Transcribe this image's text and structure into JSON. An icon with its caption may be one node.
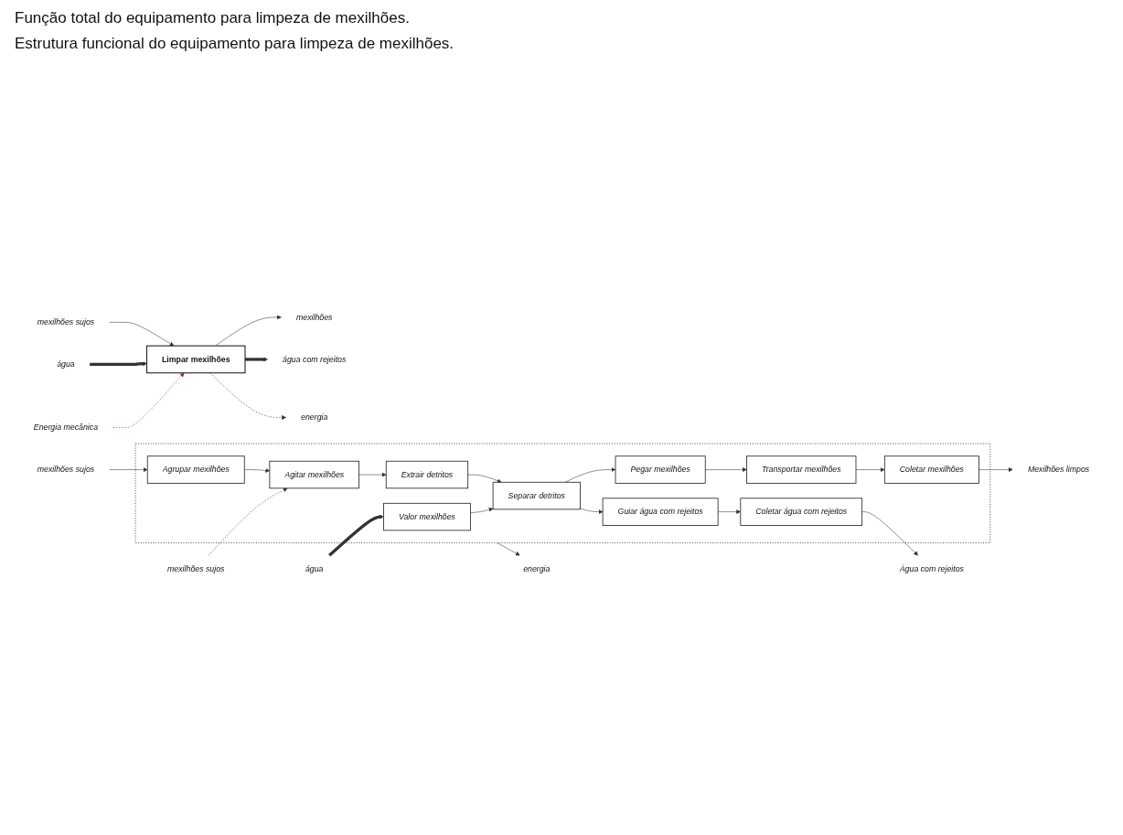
{
  "diagram": {
    "title": "Função total do equipamento para limpeza de mexilhões.",
    "nodes": [
      {
        "text": [
          "mexilhões sujos"
        ]
      },
      {
        "text": [
          "água"
        ]
      },
      {
        "text": [
          "Energia mecânica"
        ]
      },
      {
        "text": [
          "Limpar mexilhões"
        ]
      },
      {
        "text": [
          "mexilhões"
        ]
      },
      {
        "text": [
          "água com rejeitos"
        ]
      },
      {
        "text": [
          "energia"
        ]
      },
      {
        "text": [],
        "shape": "box"
      },
      {
        "text": [
          "água"
        ]
      },
      {
        "text": [
          "Valor mexilhões"
        ],
        "in": 7
      },
      {
        "text": [
          "mexilhões sujos"
        ]
      },
      {
        "text": [
          "Agrupar mexilhões"
        ],
        "in": 7
      },
      {
        "text": [
          "Agitar mexilhões"
        ],
        "in": 7
      },
      {
        "text": [
          "Extrair detritos"
        ],
        "in": 7
      },
      {
        "text": [
          "Separar detritos"
        ],
        "in": 7
      },
      {
        "text": [
          "Pegar mexilhões"
        ],
        "in": 7
      },
      {
        "text": [
          "mexilhões sujos"
        ]
      },
      {
        "text": [
          "Guiar água com rejeitos"
        ],
        "in": 7
      },
      {
        "text": [
          "Transportar mexilhões"
        ],
        "in": 7
      },
      {
        "text": [
          "Coletar água com rejeitos"
        ],
        "in": 7
      },
      {
        "text": [
          "Coletar mexilhões"
        ],
        "in": 7
      },
      {
        "text": [
          "energia"
        ]
      },
      {
        "text": [
          "Água com rejeitos"
        ]
      },
      {
        "text": [
          "Mexilhões limpos"
        ]
      }
    ],
    "edges": [
      {
        "from": 0,
        "to": 3,
        "arrow": "to"
      },
      {
        "from": 1,
        "to": 3,
        "arrow": "to",
        "style": "thick"
      },
      {
        "from": 2,
        "to": 3,
        "arrow": "to",
        "style": "dashed",
        "color": "#7a2a2a"
      },
      {
        "from": 3,
        "to": 4,
        "arrow": "to"
      },
      {
        "from": 3,
        "to": 5,
        "arrow": "to",
        "style": "thick"
      },
      {
        "from": 3,
        "to": 6,
        "arrow": "to",
        "style": "dashed"
      },
      {
        "from": 8,
        "to": 9,
        "arrow": "to",
        "style": "thick"
      },
      {
        "from": 9,
        "to": 14,
        "arrow": "to"
      },
      {
        "from": 10,
        "to": 11,
        "arrow": "to"
      },
      {
        "from": 11,
        "to": 12,
        "arrow": "to"
      },
      {
        "from": 12,
        "to": 13,
        "arrow": "to"
      },
      {
        "from": 13,
        "to": 14,
        "arrow": "to"
      },
      {
        "from": 14,
        "to": 15,
        "arrow": "to"
      },
      {
        "from": 16,
        "to": 12,
        "arrow": "to",
        "style": "dashed"
      },
      {
        "from": 14,
        "to": 17,
        "arrow": "to"
      },
      {
        "from": 17,
        "to": 19,
        "arrow": "to"
      },
      {
        "from": 15,
        "to": 18,
        "arrow": "to"
      },
      {
        "from": 18,
        "to": 20,
        "arrow": "to"
      },
      {
        "from": 7,
        "to": 21,
        "arrow": "to"
      },
      {
        "from": 19,
        "to": 22,
        "arrow": "to"
      },
      {
        "from": 20,
        "to": 23,
        "arrow": "to"
      }
    ],
    "labels": [
      "Estrutura funcional do equipamento para limpeza de mexilhões."
    ]
  }
}
